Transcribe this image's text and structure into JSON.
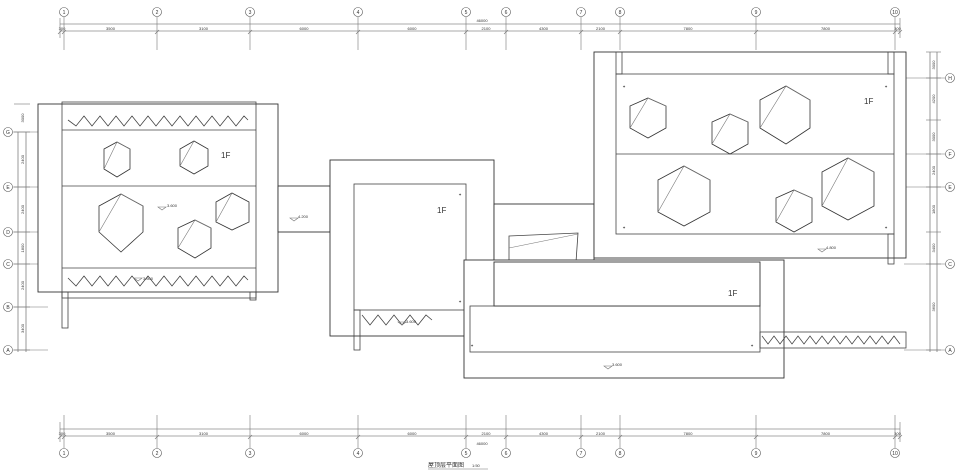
{
  "caption": {
    "title": "屋顶层平面图",
    "scale": "1:50"
  },
  "grid_cols": [
    "1",
    "2",
    "3",
    "4",
    "5",
    "6",
    "7",
    "8",
    "9",
    "10"
  ],
  "grid_rows_left": [
    "G",
    "E",
    "D",
    "C",
    "B",
    "A"
  ],
  "grid_rows_right": [
    "H",
    "F",
    "E",
    "C",
    "A"
  ],
  "dims_top_total": "46000",
  "dims_top": [
    "300",
    "3500",
    "3100",
    "6000",
    "6000",
    "2100",
    "4300",
    "2100",
    "7800",
    "7800",
    "300"
  ],
  "dims_bottom_total": "46000",
  "dims_bottom": [
    "300",
    "3500",
    "3100",
    "6000",
    "6000",
    "2100",
    "4300",
    "2100",
    "7800",
    "7800",
    "300"
  ],
  "dims_left": [
    "3000",
    "2400",
    "2400",
    "1800",
    "2400",
    "3400"
  ],
  "dims_right": [
    "3000",
    "4200",
    "3000",
    "2400",
    "1800",
    "3400",
    "3600"
  ],
  "floor_labels": [
    "1F",
    "1F",
    "1F",
    "1F"
  ],
  "levels": [
    "3.600",
    "3.600",
    "4.200",
    "3.600",
    "4.800",
    "3.600"
  ]
}
